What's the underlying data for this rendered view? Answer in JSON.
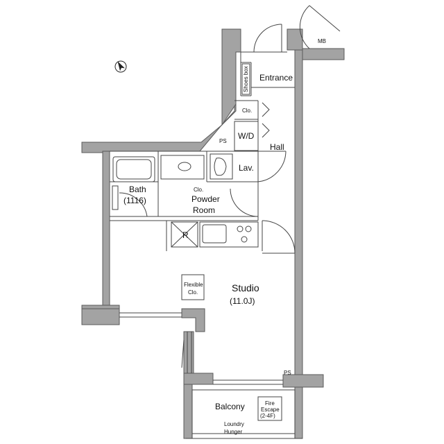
{
  "rooms": {
    "entrance": "Entrance",
    "shoes_box": "Shoes box",
    "mb": "MB",
    "clo_upper": "Clo.",
    "wd": "W/D",
    "ps_upper": "PS",
    "hall": "Hall",
    "lav": "Lav.",
    "bath": "Bath",
    "bath_size": "(1116)",
    "clo_lower": "Clo.",
    "powder_line1": "Powder",
    "powder_line2": "Room",
    "refrigerator": "R",
    "flexible_line1": "Flexible",
    "flexible_line2": "Clo.",
    "studio": "Studio",
    "studio_size": "(11.0J)",
    "ps_lower": "PS",
    "balcony": "Balcony",
    "fire_line1": "Fire",
    "fire_line2": "Escape",
    "fire_line3": "(2-4F)",
    "laundry_line1": "Loundry",
    "laundry_line2": "Hunger"
  },
  "north_arrow": {
    "icon": "north-arrow-icon"
  },
  "colors": {
    "wall_fill": "#a3a3a3",
    "wall_stroke": "#5a5a5a",
    "line": "#444444"
  }
}
